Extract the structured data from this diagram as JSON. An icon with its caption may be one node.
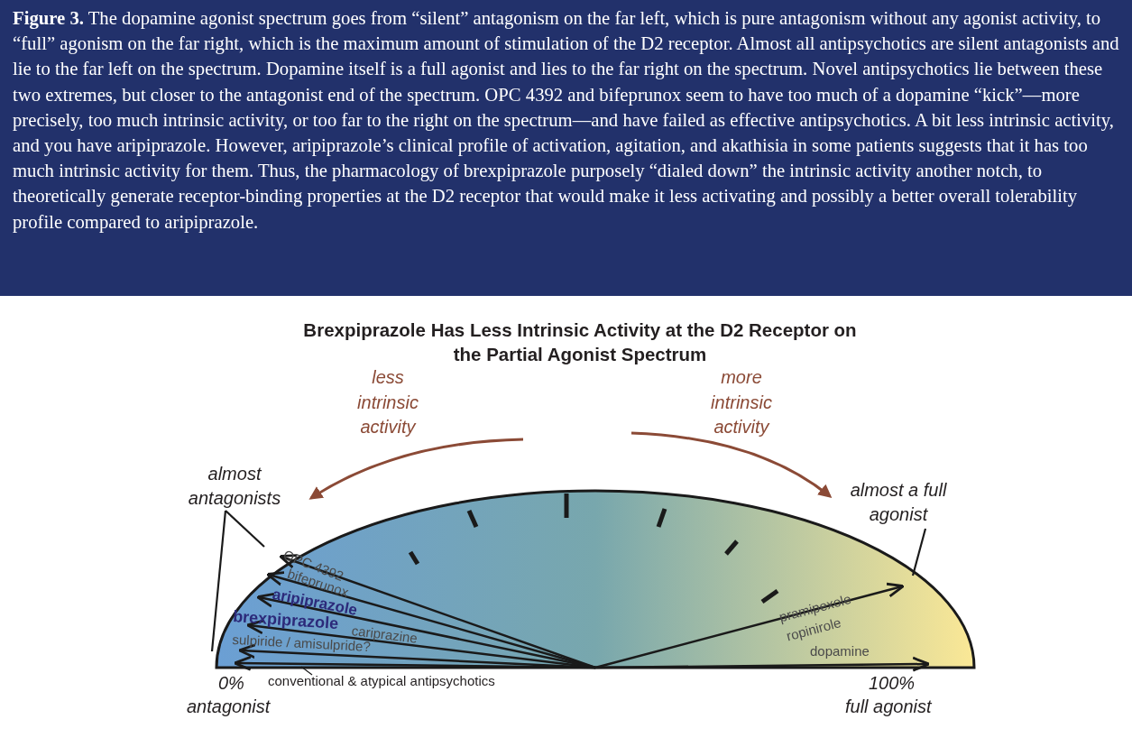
{
  "diagram": {
    "title": "Brexpiprazole Has Less Intrinsic Activity at the D2 Receptor on the Partial Agonist Spectrum",
    "caption": "**Figure 3.** The dopamine agonist spectrum goes from “silent” antagonism on the far left, which is pure antagonism without any agonist activity, to “full” agonism on the far right, which is the maximum amount of stimulation of the D2 receptor. Almost all antipsychotics are silent antagonists and lie to the far left on the spectrum. Dopamine itself is a full agonist and lies to the far right on the spectrum. Novel antipsychotics lie between these two extremes, but closer to the antagonist end of the spectrum. OPC 4392 and bifeprunox seem to have too much of a dopamine “kick”—more precisely, too much intrinsic activity, or too far to the right on the spectrum—and have failed as effective antipsychotics. A bit less intrinsic activity, and you have aripiprazole. However, aripiprazole’s clinical profile of activation, agitation, and akathisia in some patients suggests that it has too much intrinsic activity for them. Thus, the pharmacology of brexpiprazole purposely “dialed down” the intrinsic activity another notch, to theoretically generate receptor-binding properties at the D2 receptor that would make it less activating and possibly a better overall tolerability profile compared to aripiprazole.",
    "nodes": [
      {
        "text": [
          "almost antagonists"
        ]
      },
      {
        "text": [
          "almost a full agonist"
        ]
      },
      {
        "text": [
          "conventional & atypical antipsychotics"
        ]
      }
    ],
    "edges": [
      {
        "from": 0,
        "to": null,
        "arrow": "none"
      },
      {
        "from": 0,
        "to": null,
        "arrow": "none"
      },
      {
        "from": 1,
        "to": null,
        "arrow": "none"
      },
      {
        "from": 2,
        "to": null,
        "arrow": "none"
      }
    ],
    "labels": [
      "less intrinsic activity",
      "more intrinsic activity",
      "OPC 4392",
      "bifeprunox",
      "aripiprazole",
      "brexpiprazole",
      "cariprazine",
      "sulpiride / amisulpride?",
      "pramipexole",
      "ropinirole",
      "dopamine",
      "0%",
      "antagonist",
      "100%",
      "full agonist"
    ]
  }
}
